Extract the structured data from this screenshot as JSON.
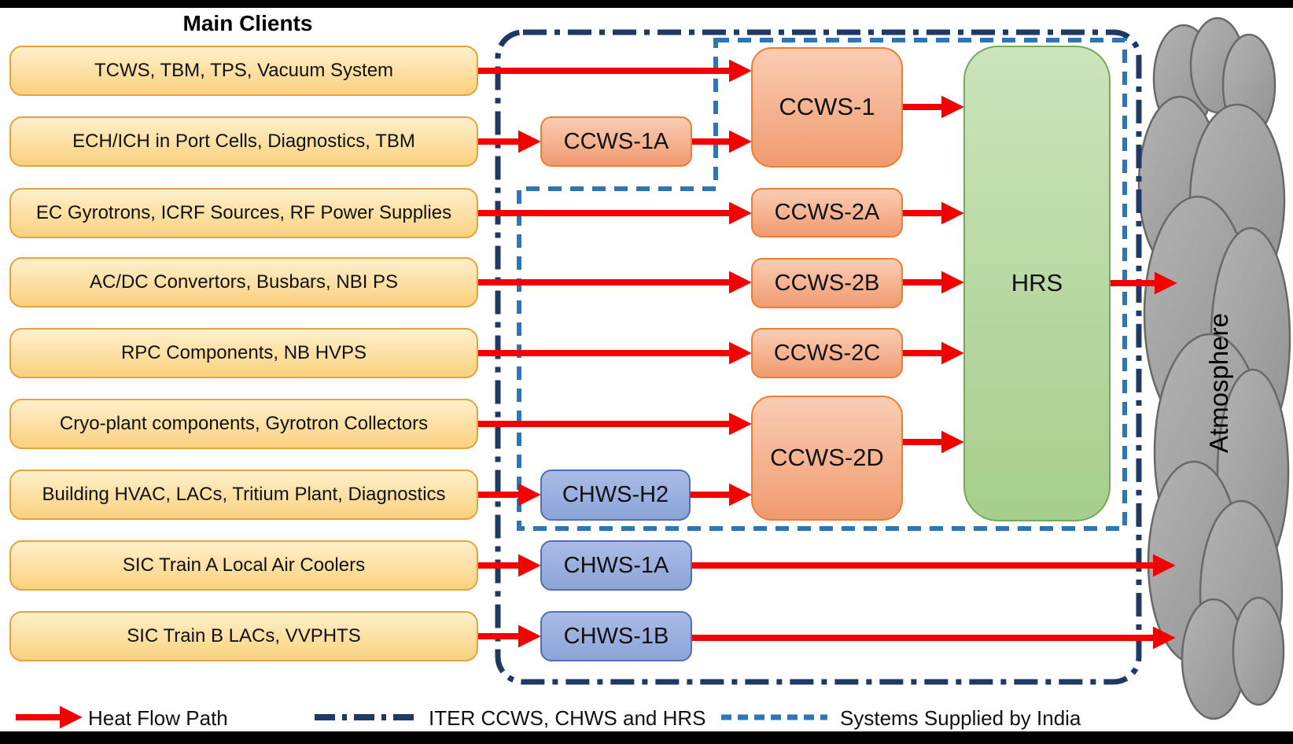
{
  "title": "Main Clients",
  "clients": [
    {
      "label": "TCWS, TBM, TPS, Vacuum System"
    },
    {
      "label": "ECH/ICH in Port Cells, Diagnostics, TBM"
    },
    {
      "label": "EC Gyrotrons, ICRF Sources, RF Power Supplies"
    },
    {
      "label": "AC/DC Convertors, Busbars, NBI PS"
    },
    {
      "label": "RPC Components, NB HVPS"
    },
    {
      "label": "Cryo-plant components, Gyrotron Collectors"
    },
    {
      "label": "Building HVAC, LACs, Tritium Plant, Diagnostics"
    },
    {
      "label": "SIC Train A Local Air Coolers"
    },
    {
      "label": "SIC Train B LACs, VVPHTS"
    }
  ],
  "nodes": {
    "ccws1a": "CCWS-1A",
    "ccws1": "CCWS-1",
    "ccws2a": "CCWS-2A",
    "ccws2b": "CCWS-2B",
    "ccws2c": "CCWS-2C",
    "ccws2d": "CCWS-2D",
    "chwsh2": "CHWS-H2",
    "chws1a": "CHWS-1A",
    "chws1b": "CHWS-1B",
    "hrs": "HRS",
    "atmosphere": "Atmosphere"
  },
  "legend": {
    "heat_flow": "Heat Flow Path",
    "iter_boundary": "ITER CCWS, CHWS and HRS",
    "india_boundary": "Systems Supplied by India"
  },
  "colors": {
    "arrow_red": "#F40000",
    "iter_navy": "#1F3864",
    "india_blue": "#2E75B6",
    "client_fill": "#FAD17E",
    "ccws_fill": "#F2A578",
    "chws_fill": "#97ACDC",
    "hrs_fill": "#A9D18E",
    "cloud_gray": "#A0A0A0"
  }
}
